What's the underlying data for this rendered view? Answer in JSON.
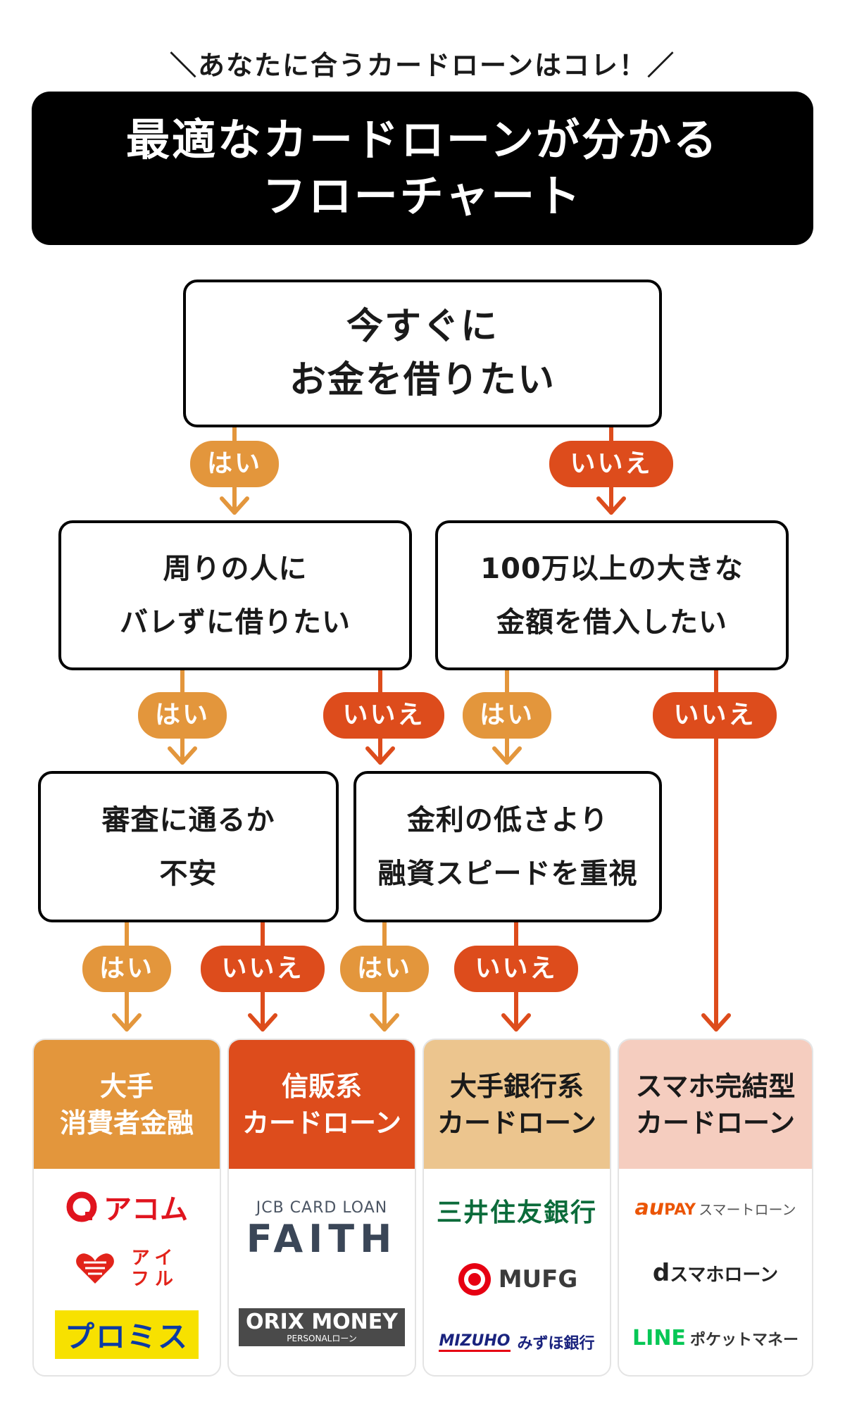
{
  "header": {
    "subtitle": "＼あなたに合うカードローンはコレ！／",
    "title_line1": "最適なカードローンが分かる",
    "title_line2": "フローチャート"
  },
  "questions": {
    "q1": [
      "今すぐに",
      "お金を借りたい"
    ],
    "q2": [
      "周りの人に",
      "バレずに借りたい"
    ],
    "q3": [
      "100万以上の大きな",
      "金額を借入したい"
    ],
    "q4": [
      "審査に通るか",
      "不安"
    ],
    "q5": [
      "金利の低さより",
      "融資スピードを重視"
    ]
  },
  "answers": {
    "yes": "はい",
    "no": "いいえ"
  },
  "results": [
    {
      "title": [
        "大手",
        "消費者金融"
      ],
      "color": "#e3963c",
      "text_color": "#ffffff",
      "logos": [
        "アコム",
        "アイフル",
        "プロミス"
      ]
    },
    {
      "title": [
        "信販系",
        "カードローン"
      ],
      "color": "#dd4c1c",
      "text_color": "#ffffff",
      "logos": [
        "JCB CARD LOAN",
        "FAITH",
        "ORIX MONEY",
        "PERSONALローン"
      ]
    },
    {
      "title": [
        "大手銀行系",
        "カードローン"
      ],
      "color": "#ecc58e",
      "text_color": "#1a1a1a",
      "logos": [
        "三井住友銀行",
        "MUFG",
        "MIZUHO",
        "みずほ銀行"
      ]
    },
    {
      "title": [
        "スマホ完結型",
        "カードローン"
      ],
      "color": "#f5cdbf",
      "text_color": "#1a1a1a",
      "logos": [
        "au",
        "PAY",
        "スマートローン",
        "d",
        "スマホローン",
        "LINE",
        "ポケットマネー"
      ]
    }
  ],
  "colors": {
    "yes": "#e3963c",
    "no": "#dd4c1c",
    "frame": "#000000"
  }
}
